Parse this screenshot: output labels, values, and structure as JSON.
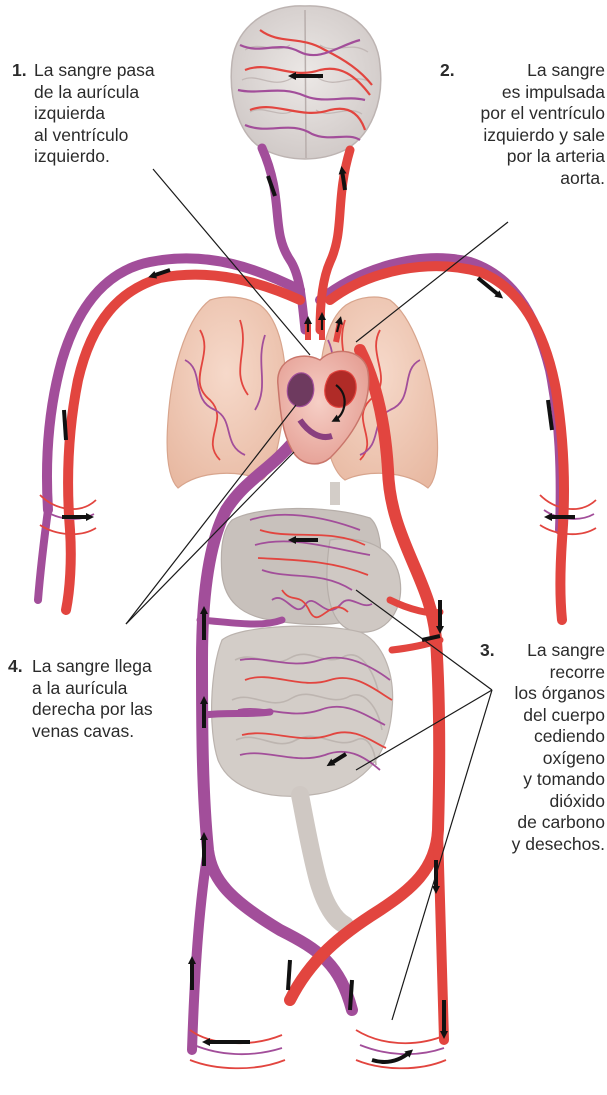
{
  "labels": [
    {
      "number": "1.",
      "text": "La sangre pasa\nde la aurícula\nizquierda\nal ventrículo\nizquierdo."
    },
    {
      "number": "2.",
      "text": "La sangre\nes impulsada\npor el ventrículo\nizquierdo y sale\npor la arteria\naorta."
    },
    {
      "number": "3.",
      "text": "La sangre\nrecorre\nlos órganos\ndel cuerpo\ncediendo\noxígeno\ny tomando\ndióxido\nde carbono\ny desechos."
    },
    {
      "number": "4.",
      "text": "La sangre llega\na la aurícula\nderecha por las\nvenas cavas."
    }
  ],
  "colors": {
    "artery": "#e2453f",
    "vein": "#a24e9a",
    "organ_gray": "#d3cdc8",
    "lung": "#efc6b2",
    "leader_line": "#1a1a1a",
    "arrow": "#111111"
  }
}
